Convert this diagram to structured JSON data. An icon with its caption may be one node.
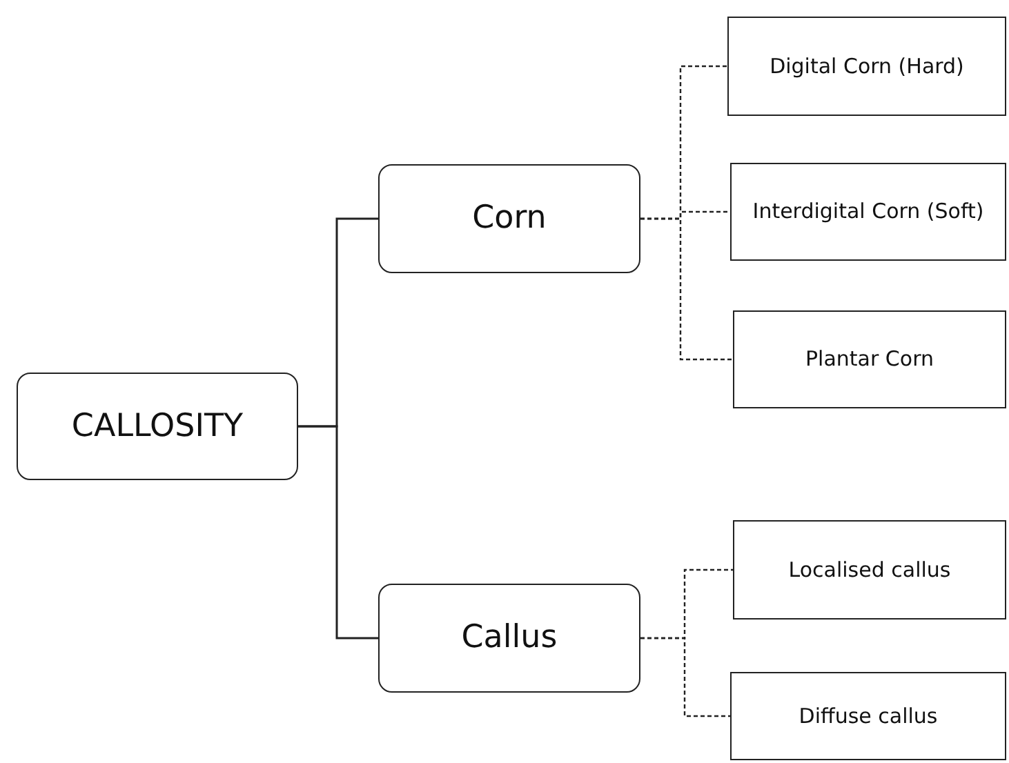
{
  "diagram": {
    "nodes": [
      {
        "text": [
          "CALLOSITY"
        ]
      },
      {
        "text": [
          "Corn"
        ]
      },
      {
        "text": [
          "Callus"
        ]
      },
      {
        "text": [
          "Digital Corn (Hard)"
        ]
      },
      {
        "text": [
          "Interdigital Corn (Soft)"
        ]
      },
      {
        "text": [
          "Plantar Corn"
        ]
      },
      {
        "text": [
          "Localised callus"
        ]
      },
      {
        "text": [
          "Diffuse callus"
        ]
      }
    ],
    "edges": [
      {
        "from": 0,
        "to": 1,
        "arrow": "none"
      },
      {
        "from": 0,
        "to": 2,
        "arrow": "none"
      },
      {
        "from": 1,
        "to": 3,
        "arrow": "none",
        "style": "dashed"
      },
      {
        "from": 1,
        "to": 4,
        "arrow": "none",
        "style": "dashed"
      },
      {
        "from": 1,
        "to": 5,
        "arrow": "none",
        "style": "dashed"
      },
      {
        "from": 2,
        "to": 6,
        "arrow": "none",
        "style": "dashed"
      },
      {
        "from": 2,
        "to": 7,
        "arrow": "none",
        "style": "dashed"
      }
    ]
  }
}
